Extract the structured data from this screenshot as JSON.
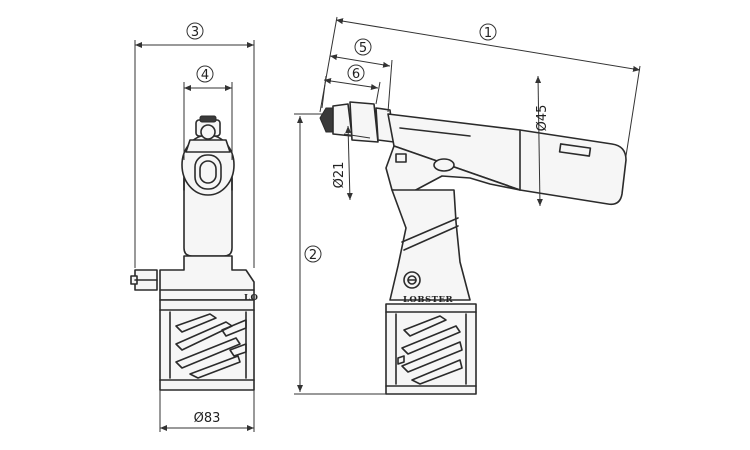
{
  "dimensions": {
    "d1": {
      "number": "1",
      "label": "①"
    },
    "d2": {
      "number": "2",
      "label": "②"
    },
    "d3": {
      "number": "3",
      "label": "③"
    },
    "d4": {
      "number": "4",
      "label": "④"
    },
    "d5": {
      "number": "5",
      "label": "⑤"
    },
    "d6": {
      "number": "6",
      "label": "⑥"
    },
    "dia45": "Ø45",
    "dia21": "Ø21",
    "dia83": "Ø83"
  },
  "brand": {
    "name": "LOBSTER",
    "front_mark": "LO"
  },
  "colors": {
    "outline": "#2b2b2b",
    "fill": "#f6f6f6",
    "dark": "#3a3a3a"
  }
}
